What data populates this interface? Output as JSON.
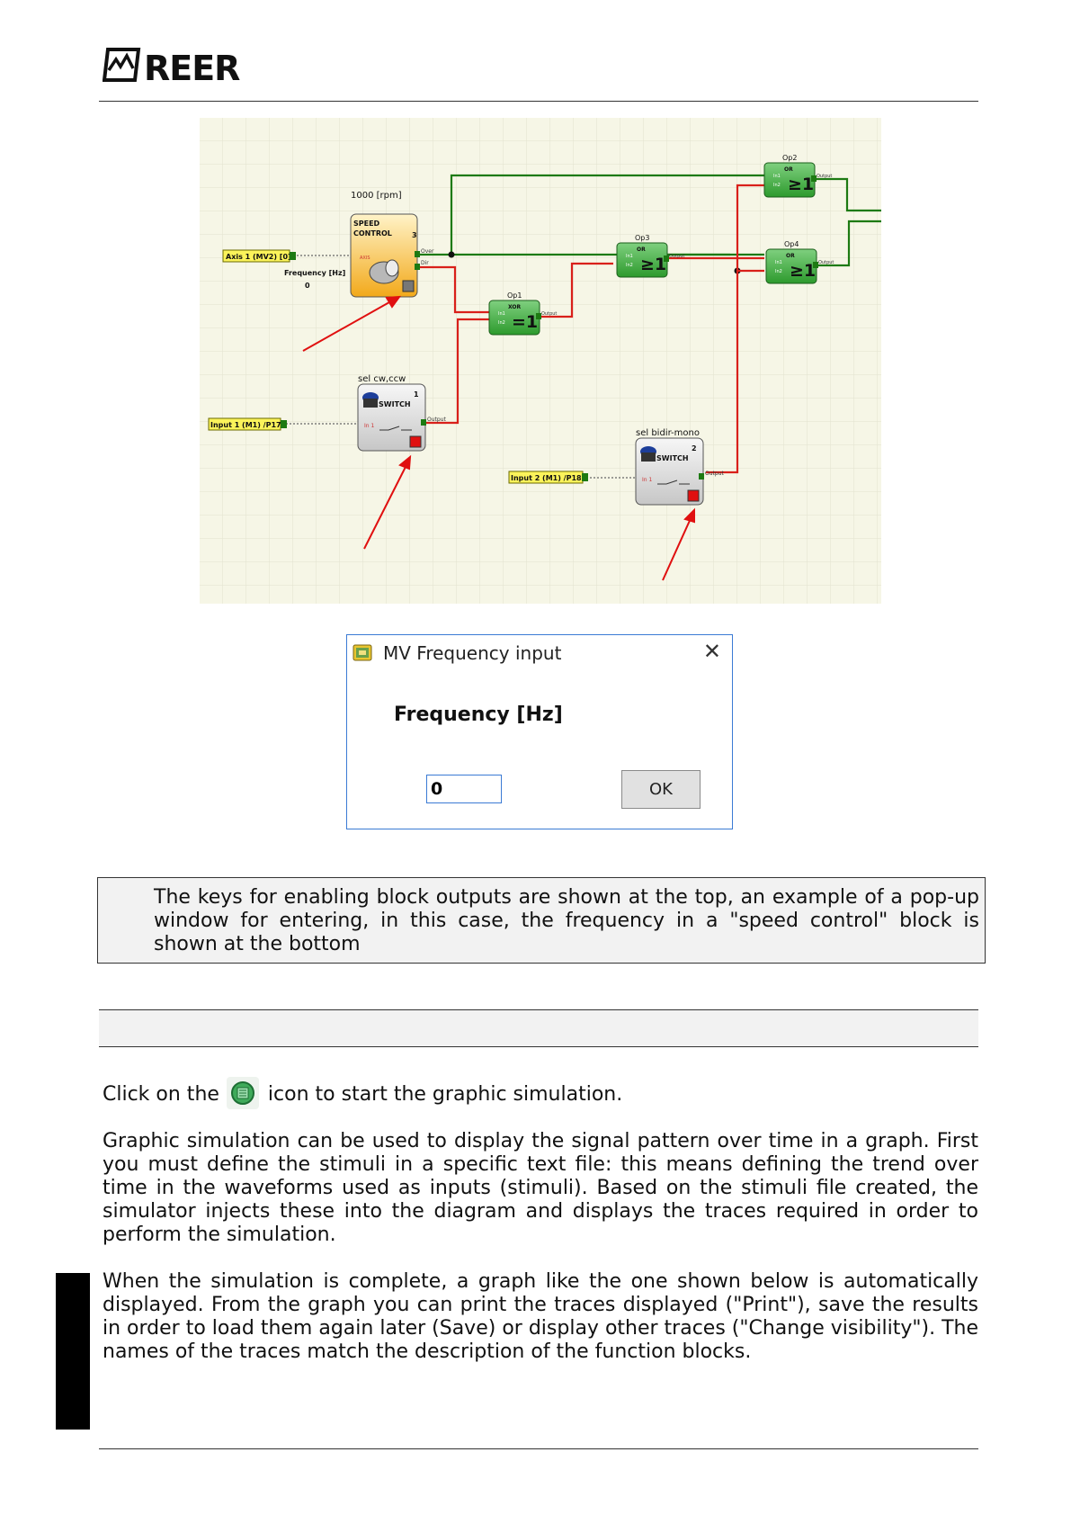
{
  "header": {
    "logo_text": "REER"
  },
  "diagram": {
    "axis_input_label": "Axis 1 (MV2) [0]",
    "axis_port": "AXIS",
    "rpm_label": "1000 [rpm]",
    "speed_block_title": "SPEED\nCONTROL",
    "speed_block_number": "3",
    "freq_label": "Frequency [Hz]",
    "freq_value": "0",
    "over_port": "Over",
    "dir_port": "Dir",
    "switch1": {
      "caption": "sel cw,ccw",
      "number": "1",
      "title": "SWITCH",
      "input_port": "In 1",
      "output_port": "Output"
    },
    "switch2": {
      "caption": "sel bidir-mono",
      "number": "2",
      "title": "SWITCH",
      "input_port": "In 1",
      "output_port": "Output"
    },
    "input1_label": "Input 1 (M1) /P17",
    "input2_label": "Input 2 (M1) /P18",
    "op1": {
      "name": "Op1",
      "type": "XOR",
      "symbol": "=1",
      "in1": "In1",
      "in2": "In2",
      "out": "Output"
    },
    "op2": {
      "name": "Op2",
      "type": "OR",
      "symbol": "≥1",
      "in1": "In1",
      "in2": "In2",
      "out": "Output"
    },
    "op3": {
      "name": "Op3",
      "type": "OR",
      "symbol": "≥1",
      "in1": "In1",
      "in2": "In2",
      "out": "Output"
    },
    "op4": {
      "name": "Op4",
      "type": "OR",
      "symbol": "≥1",
      "in1": "In1",
      "in2": "In2",
      "out": "Output"
    }
  },
  "dialog": {
    "title": "MV Frequency input",
    "close": "✕",
    "label": "Frequency [Hz]",
    "value": "0",
    "ok_label": "OK"
  },
  "caption": "The keys for enabling block outputs are shown at the top, an example of a pop-up window for entering, in this case, the frequency in a \"speed control\" block is shown at the bottom",
  "body": {
    "click_before": "Click on the",
    "click_after": "icon to start the graphic simulation.",
    "para1": "Graphic simulation can be used to display the signal pattern over time in a graph. First you must define the stimuli in a specific text file: this means defining the trend over time in the waveforms used as inputs (stimuli). Based on the stimuli file created, the simulator injects these into the diagram and displays the traces required in order to perform the simulation.",
    "para2": "When the simulation is complete, a graph like the one shown below is automatically displayed. From the graph you can print the traces displayed (\"Print\"), save the results in order to load them again later (Save) or display other traces (\"Change visibility\"). The names of the traces match the description of the function blocks."
  },
  "colors": {
    "grid_bg": "#f6f6e6",
    "wire_green": "#1d7a12",
    "wire_red": "#d9201a",
    "block_green": "#3faa3f",
    "speed_block": "#f6b21e",
    "dialog_border": "#3b7bd4"
  }
}
